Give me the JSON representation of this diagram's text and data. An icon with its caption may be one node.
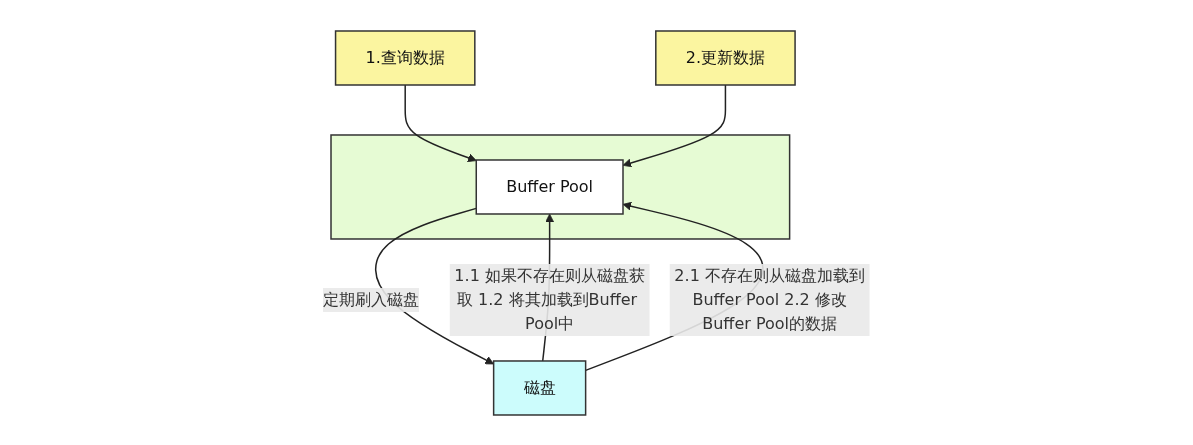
{
  "diagram": {
    "nodes": [
      {
        "text": [],
        "shape": "box"
      },
      {
        "text": [
          "Buffer Pool"
        ],
        "in": 0
      },
      {
        "text": [
          "1.查询数据"
        ]
      },
      {
        "text": [
          "2.更新数据"
        ]
      },
      {
        "text": [
          "磁盘"
        ]
      }
    ],
    "edges": [
      {
        "from": 2,
        "to": 1,
        "arrow": "to"
      },
      {
        "from": 3,
        "to": 1,
        "arrow": "to"
      },
      {
        "from": 4,
        "to": 1,
        "arrow": "to",
        "label": "1.1 如果不存在则从磁盘获取 1.2 将其加载到Buffer Pool中"
      },
      {
        "from": 4,
        "to": 1,
        "arrow": "to",
        "label": "2.1 不存在则从磁盘加载到Buffer Pool 2.2 修改Buffer Pool的数据"
      },
      {
        "from": 1,
        "to": 4,
        "arrow": "to",
        "label": "定期刷入磁盘"
      }
    ]
  }
}
